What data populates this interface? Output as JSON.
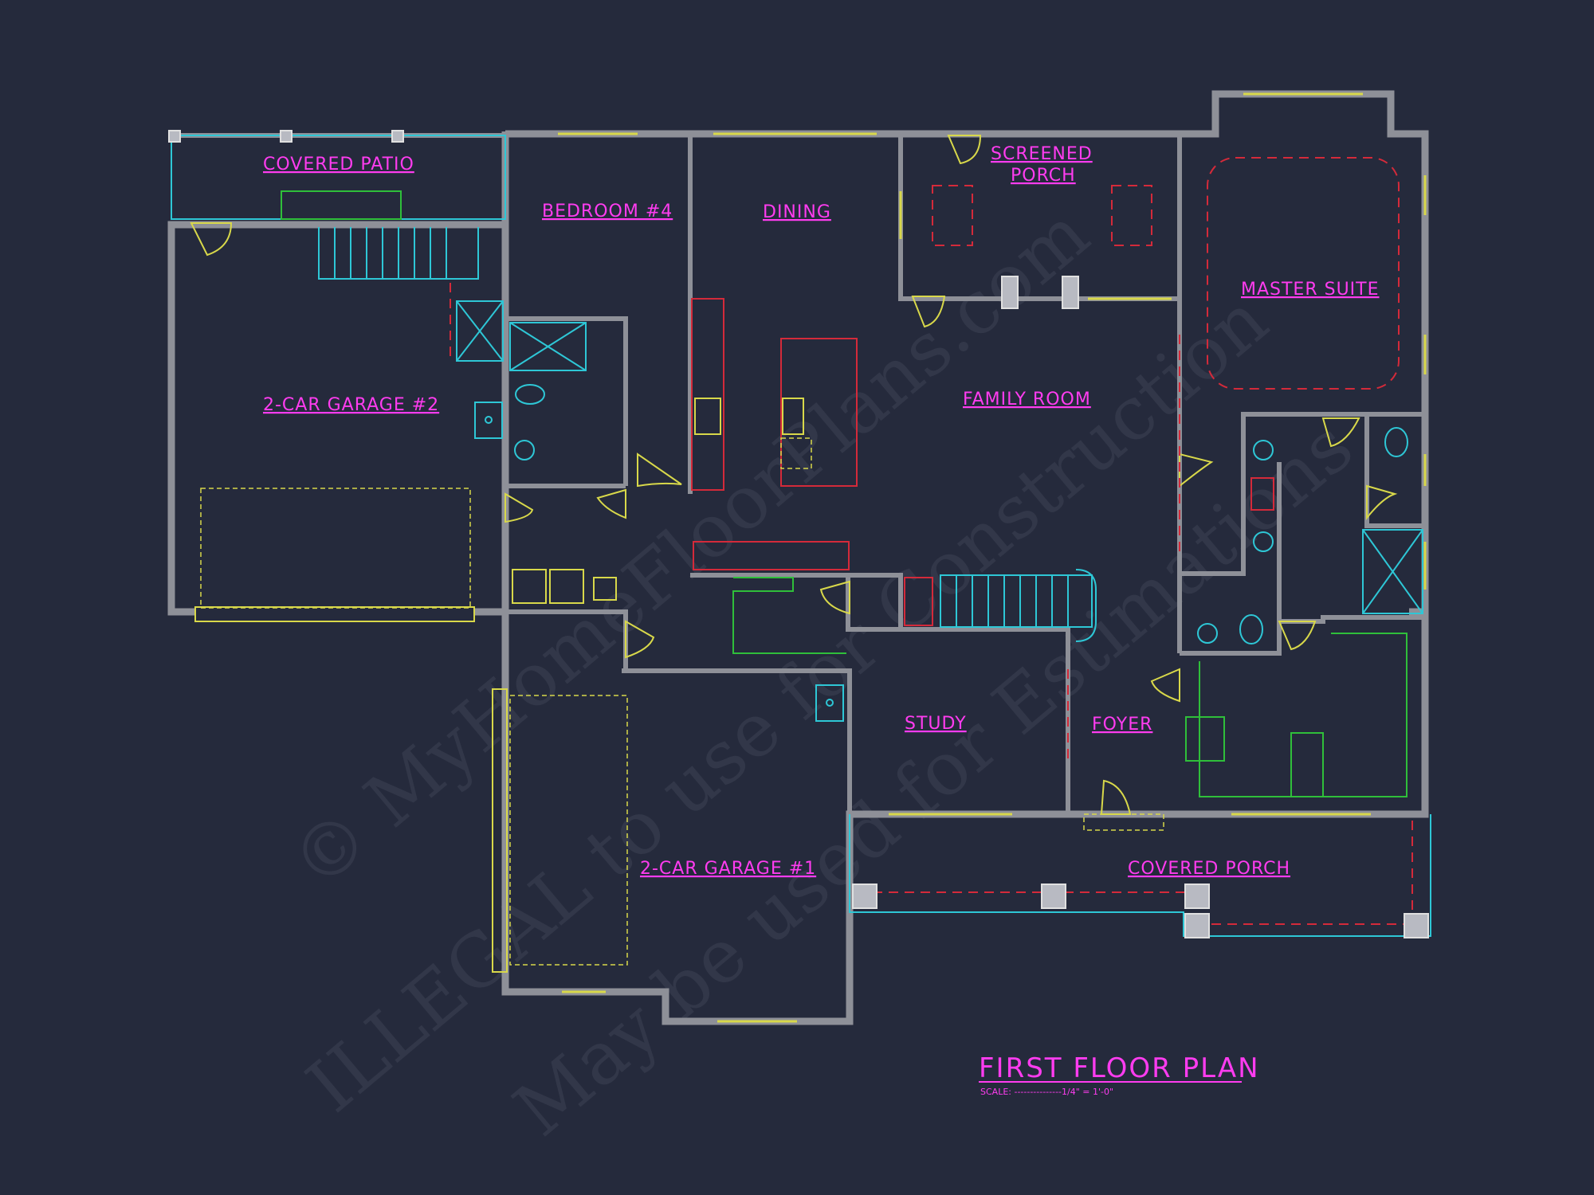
{
  "drawing": {
    "title": "FIRST FLOOR PLAN",
    "scale": "SCALE: ---------------1/4\" = 1'-0\""
  },
  "rooms": {
    "covered_patio": "COVERED PATIO",
    "bedroom4": "BEDROOM #4",
    "dining": "DINING",
    "screened_porch_line1": "SCREENED",
    "screened_porch_line2": "PORCH",
    "master_suite": "MASTER SUITE",
    "garage2": "2-CAR GARAGE #2",
    "family_room": "FAMILY ROOM",
    "study": "STUDY",
    "foyer": "FOYER",
    "garage1": "2-CAR GARAGE #1",
    "covered_porch": "COVERED PORCH"
  },
  "watermark": {
    "line1": "© MyHomeFloorPlans.com",
    "line2": "ILLEGAL to use for Construction",
    "line3": "May be used for Estimations"
  },
  "colors": {
    "background": "#252a3c",
    "labels": "#ff3cf0",
    "walls": "#8e9098",
    "windows": "#d8d84a",
    "fixtures": "#2ec7d6",
    "cabinets": "#d42a3a",
    "trim": "#2fbf3a"
  }
}
